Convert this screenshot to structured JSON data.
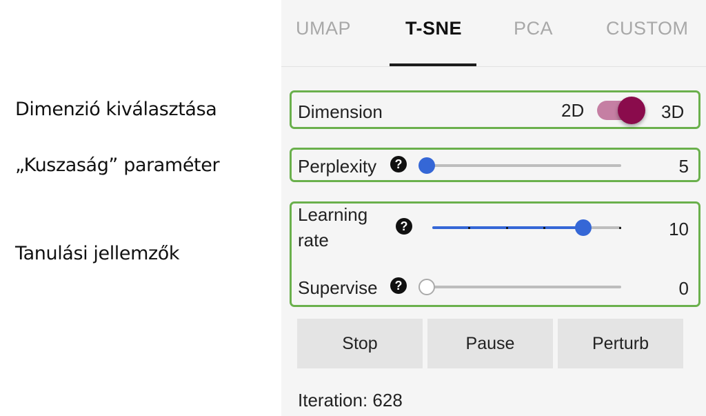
{
  "annotations": {
    "dimension": "Dimenzió kiválasztása",
    "perplexity": "„Kuszaság” paraméter",
    "learning": "Tanulási jellemzők"
  },
  "tabs": [
    {
      "label": "UMAP",
      "active": false
    },
    {
      "label": "T-SNE",
      "active": true
    },
    {
      "label": "PCA",
      "active": false
    },
    {
      "label": "CUSTOM",
      "active": false
    }
  ],
  "dimension": {
    "label": "Dimension",
    "option_left": "2D",
    "option_right": "3D",
    "selected": "3D",
    "accent_color": "#8a0b4c"
  },
  "perplexity": {
    "label": "Perplexity",
    "help_icon": "question-circle-icon",
    "value": "5",
    "fraction": 0
  },
  "learning_rate": {
    "label_line1": "Learning",
    "label_line2": "rate",
    "help_icon": "question-circle-icon",
    "value": "10",
    "fraction": 0.8
  },
  "supervise": {
    "label": "Supervise",
    "help_icon": "question-circle-icon",
    "value": "0",
    "fraction": 0
  },
  "buttons": {
    "stop": "Stop",
    "pause": "Pause",
    "perturb": "Perturb"
  },
  "iteration": {
    "label": "Iteration: 628"
  },
  "colors": {
    "group_border": "#6ab04c",
    "slider_accent": "#3567d6"
  }
}
